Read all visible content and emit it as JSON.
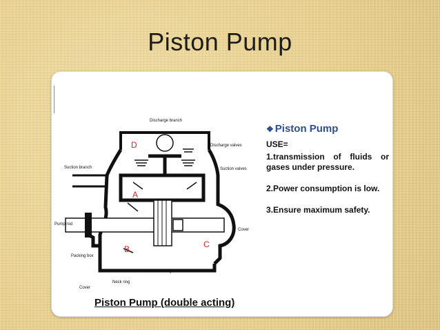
{
  "slide": {
    "title": "Piston Pump"
  },
  "info": {
    "bullet": "❖",
    "title": "Piston Pump",
    "use_label": "USE=",
    "items": [
      "1.transmission of fluids or gases under pressure.",
      "2.Power consumption is low.",
      "3.Ensure maximum safety."
    ]
  },
  "diagram": {
    "caption": "Piston Pump (double acting)",
    "labels": {
      "discharge_branch": "Discharge branch",
      "discharge_valves": "Discharge valves",
      "suction_branch": "Suction branch",
      "suction_valves": "Suction valves",
      "pump_rod": "Pump rod",
      "cover_right": "Cover",
      "packing_box": "Packing box",
      "bucket_rings": "Bucket and rings",
      "neck_ring": "Neck ring",
      "cover_bottom": "Cover"
    },
    "chambers": {
      "a": "A",
      "b": "B",
      "c": "C",
      "d": "D"
    }
  },
  "colors": {
    "title_blue": "#2b4f8c",
    "chamber_letter": "#d22222",
    "background": "#e9d499"
  }
}
